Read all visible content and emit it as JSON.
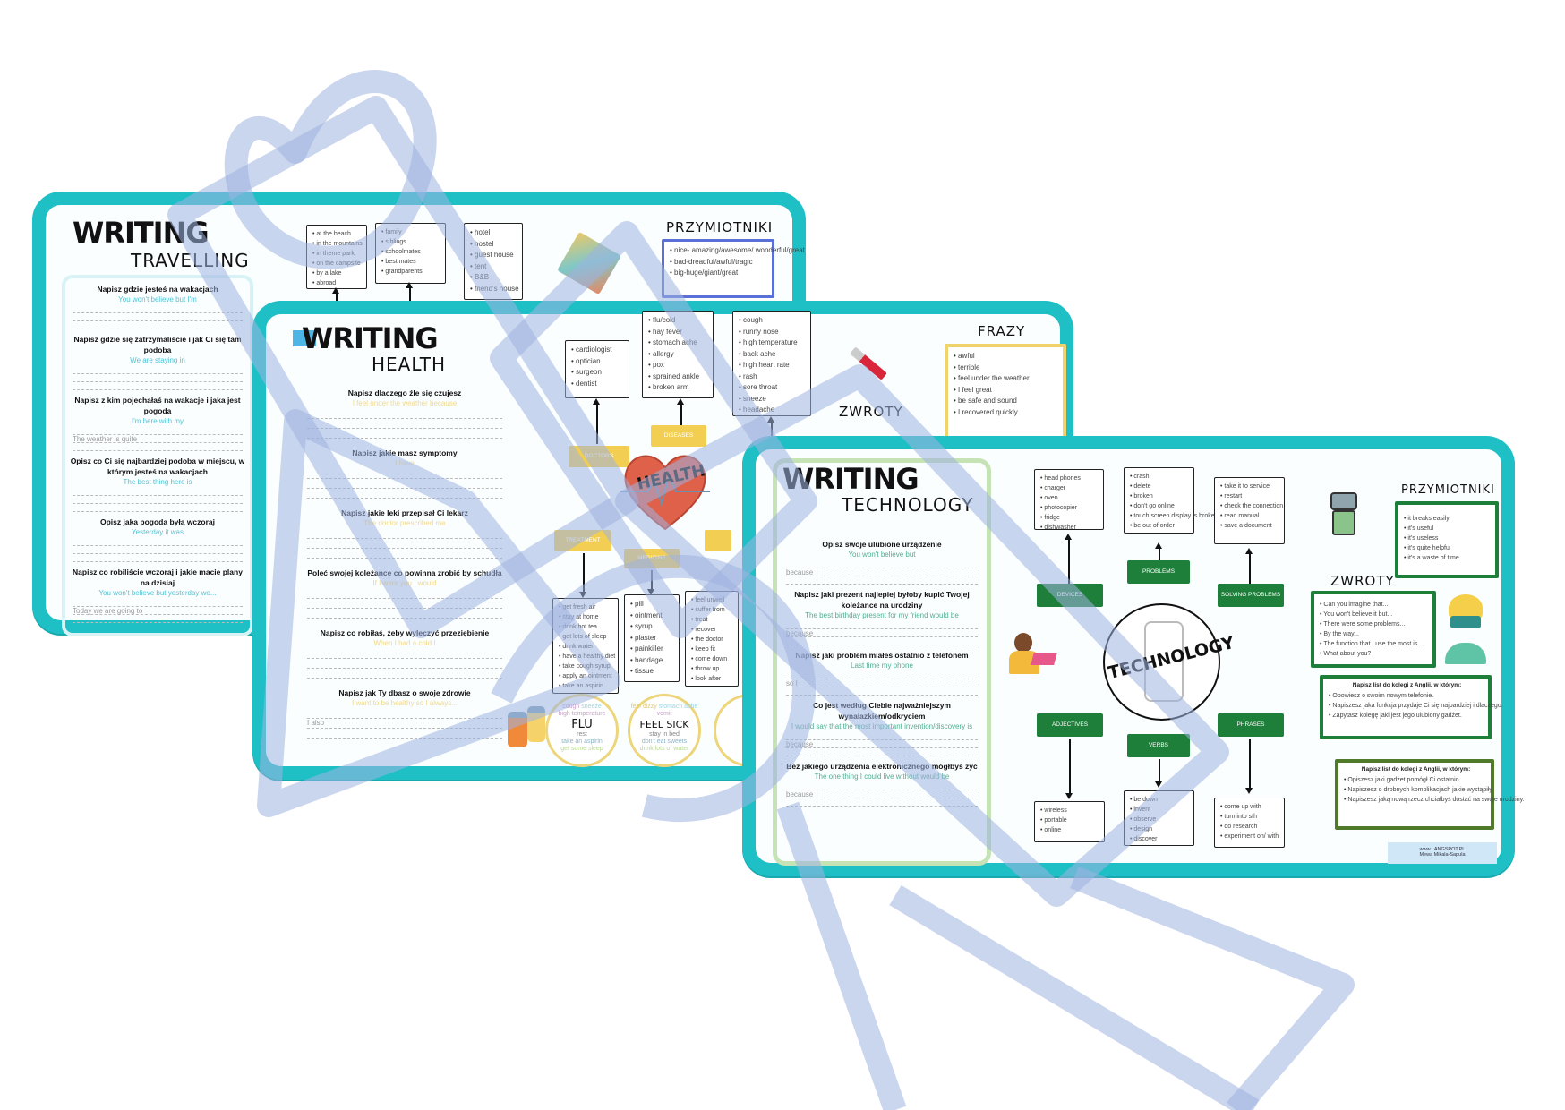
{
  "colors": {
    "teal": "#1ec0c6",
    "yellow": "#f2cf52",
    "green": "#1e7f3a",
    "watermark": "#9fb3e0"
  },
  "travelling": {
    "title": "WRITING",
    "subtitle": "TRAVELLING",
    "places": [
      "at the beach",
      "in the mountains",
      "in theme park",
      "on the campsite",
      "by a lake",
      "abroad"
    ],
    "people": [
      "family",
      "siblings",
      "schoolmates",
      "best mates",
      "grandparents"
    ],
    "accommodation": [
      "hotel",
      "hostel",
      "guest house",
      "tent",
      "B&B",
      "friend's house"
    ],
    "adjectives_title": "PRZYMIOTNIKI",
    "adjectives": [
      "nice- amazing/awesome/ wonderful/great",
      "bad-dreadful/awful/tragic",
      "big-huge/giant/great"
    ],
    "questions": [
      {
        "q": "Napisz  gdzie jesteś na wakacjach",
        "s": "You won't believe but I'm",
        "lines": [
          "",
          "",
          ""
        ]
      },
      {
        "q": "Napisz gdzie się zatrzymaliście i jak Ci się tam podoba",
        "s": "We are staying in",
        "lines": [
          "",
          "",
          ""
        ]
      },
      {
        "q": "Napisz  z kim pojechałaś na wakacje i jaka jest pogoda",
        "s": "I'm here with my",
        "lines": [
          "",
          "The weather is quite",
          ""
        ]
      },
      {
        "q": "Opisz co Ci się najbardziej podoba w miejscu, w którym jesteś na wakacjach",
        "s": "The best thing here is",
        "lines": [
          "",
          "",
          ""
        ]
      },
      {
        "q": "Opisz jaka pogoda była wczoraj",
        "s": "Yesterday it was",
        "lines": [
          "",
          "",
          ""
        ]
      },
      {
        "q": "Napisz co robiliście wczoraj i jakie macie plany na dzisiaj",
        "s": "You won't believe but yesterday we...",
        "lines": [
          "",
          "Today we are going to",
          ""
        ]
      }
    ]
  },
  "health": {
    "title": "WRITING",
    "subtitle": "HEALTH",
    "doctors": [
      "cardiologist",
      "optician",
      "surgeon",
      "dentist"
    ],
    "diseases": [
      "flu/cold",
      "hay fever",
      "stomach ache",
      "allergy",
      "pox",
      "sprained ankle",
      "broken arm"
    ],
    "symptoms": [
      "cough",
      "runny nose",
      "high temperature",
      "back ache",
      "high heart rate",
      "rash",
      "sore throat",
      "sneeze",
      "headache"
    ],
    "phrases_title": "FRAZY",
    "phrases": [
      "awful",
      "terrible",
      "feel under the weather",
      "I feel great",
      "be safe and sound",
      "I recovered quickly"
    ],
    "zwroty_partial": "ZWROTY",
    "labels": {
      "doctors": "DOCTORS",
      "diseases": "DISEASES",
      "treatment": "TREATMENT",
      "medicine": "MEDICINE"
    },
    "heart": "HEALTH",
    "treatment": [
      "get fresh air",
      "stay at home",
      "drink hot tea",
      "get lots of sleep",
      "drink water",
      "have a healthy diet",
      "take cough syrup",
      "apply an ointment",
      "take an aspirin"
    ],
    "medicine": [
      "pill",
      "ointment",
      "syrup",
      "plaster",
      "painkiller",
      "bandage",
      "tissue"
    ],
    "verbs": [
      "feel unwell",
      "suffer from",
      "treat",
      "recover",
      "the doctor",
      "keep fit",
      "come down",
      "throw up",
      "look after"
    ],
    "flu": {
      "title": "FLU",
      "words": [
        "cough",
        "sneeze",
        "high temperature",
        "rest",
        "take an aspirin",
        "get some sleep"
      ]
    },
    "sick": {
      "title": "FEEL SICK",
      "words": [
        "feel dizzy",
        "stomach ache",
        "vomit",
        "stay in bed",
        "don't eat sweets",
        "drink lots of water"
      ]
    },
    "questions": [
      {
        "q": "Napisz  dlaczego źle się czujesz",
        "s": "I feel under the weather because",
        "lines": [
          "",
          "",
          ""
        ]
      },
      {
        "q": "Napisz jakie masz symptomy",
        "s": "I have",
        "lines": [
          "",
          "",
          ""
        ]
      },
      {
        "q": "Napisz jakie leki przepisał Ci lekarz",
        "s": "The doctor prescribed me",
        "lines": [
          "",
          "",
          ""
        ]
      },
      {
        "q": "Poleć swojej koleżance co powinna zrobić by schudła",
        "s": "If I were you I would",
        "lines": [
          "",
          "",
          ""
        ]
      },
      {
        "q": "Napisz co robiłaś, żeby wyleczyć przeziębienie",
        "s": "When I had a cold I",
        "lines": [
          "",
          "",
          ""
        ]
      },
      {
        "q": "Napisz jak Ty dbasz o swoje zdrowie",
        "s": "I want to be healthy so I always...",
        "lines": [
          "",
          "I also",
          ""
        ]
      }
    ]
  },
  "technology": {
    "title": "WRITING",
    "subtitle": "TECHNOLOGY",
    "devices": [
      "head phones",
      "charger",
      "oven",
      "photocopier",
      "fridge",
      "dishwasher"
    ],
    "problems": [
      "crash",
      "delete",
      "broken",
      "don't go online",
      "touch screen display is broken",
      "be out of order"
    ],
    "solving": [
      "take it to service",
      "restart",
      "check the connection",
      "read manual",
      "save a document"
    ],
    "adjectives": [
      "wireless",
      "portable",
      "online"
    ],
    "verbs": [
      "be down",
      "invent",
      "observe",
      "design",
      "discover"
    ],
    "phrases": [
      "come up with",
      "turn into sth",
      "do research",
      "experiment on/ with"
    ],
    "labels": {
      "devices": "DEVICES",
      "problems": "PROBLEMS",
      "solving": "SOLVING PROBLEMS",
      "adjectives": "ADJECTIVES",
      "verbs": "VERBS",
      "phrases": "PHRASES"
    },
    "center": "TECHNOLOGY",
    "adj_title": "PRZYMIOTNIKI",
    "adj_list": [
      "it breaks easily",
      "it's useful",
      "it's useless",
      "it's quite helpful",
      "it's a waste of time"
    ],
    "zwroty_title": "ZWROTY",
    "zwroty": [
      "Can you imagine that...",
      "You won't believe it but...",
      "There were some problems...",
      "By the way...",
      "The function that I use the most is...",
      "What about you?"
    ],
    "letter1": {
      "title": "Napisz list do kolegi z Anglii, w którym:",
      "items": [
        "Opowiesz o swoim nowym telefonie.",
        "Napiszesz jaka funkcja przydaje Ci się najbardziej i dlaczego.",
        "Zapytasz kolegę jaki jest jego ulubiony gadżet."
      ]
    },
    "letter2": {
      "title": "Napisz list do kolegi z Anglii, w którym:",
      "items": [
        "Opiszesz jaki gadżet pomógł Ci ostatnio.",
        "Napiszesz o drobnych komplikacjach jakie wystąpiły.",
        "Napiszesz jaką nową rzecz chciałbyś dostać na swoje urodziny."
      ]
    },
    "footer": {
      "site": "www.LANGSPOT.PL",
      "author": "Mewa Mikala-Sapula"
    },
    "questions": [
      {
        "q": "Opisz swoje ulubione urządzenie",
        "s": "You won't believe but",
        "lines": [
          "",
          "because",
          ""
        ]
      },
      {
        "q": "Napisz jaki prezent najlepiej byłoby kupić Twojej koleżance na urodziny",
        "s": "The best birthday present for my friend would be",
        "lines": [
          "",
          "because",
          ""
        ]
      },
      {
        "q": "Napisz jaki problem miałeś ostatnio z telefonem",
        "s": "Last time my phone",
        "lines": [
          "",
          "so I",
          ""
        ]
      },
      {
        "q": "Co jest według Ciebie najważniejszym wynalazkiem/odkryciem",
        "s": "I would say that the most important invention/discovery is",
        "lines": [
          "",
          "because",
          ""
        ]
      },
      {
        "q": "Bez jakiego urządzenia elektronicznego mógłbyś żyć",
        "s": "The one thing I could live without would be",
        "lines": [
          "",
          "because",
          ""
        ]
      }
    ]
  }
}
